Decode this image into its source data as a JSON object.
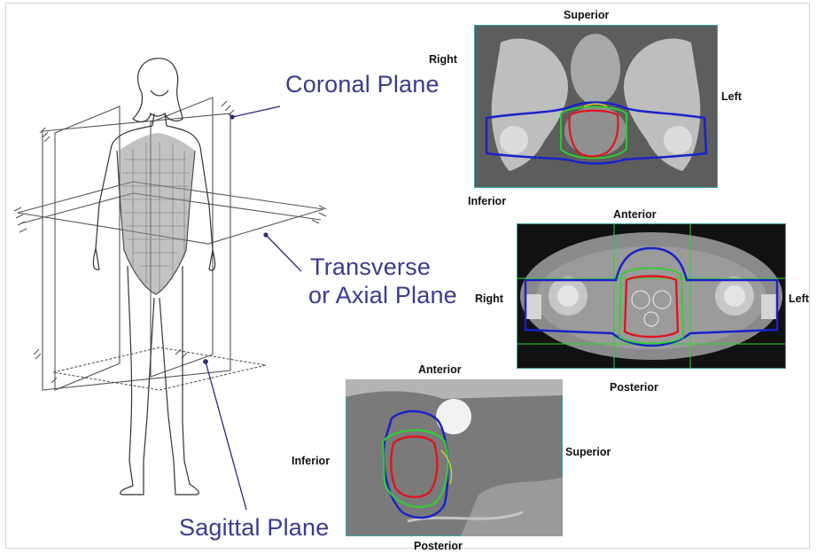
{
  "planes": {
    "coronal": "Coronal Plane",
    "transverse_line1": "Transverse",
    "transverse_line2": "or Axial Plane",
    "sagittal": "Sagittal Plane"
  },
  "coronal_scan": {
    "top": "Superior",
    "left": "Right",
    "right": "Left",
    "bottom": "Inferior"
  },
  "axial_scan": {
    "top": "Anterior",
    "left": "Right",
    "right": "Left",
    "bottom": "Posterior"
  },
  "sagittal_scan": {
    "top": "Anterior",
    "left": "Inferior",
    "right": "Superior",
    "bottom": "Posterior"
  },
  "colors": {
    "label_blue": "#3d3a8f",
    "contour_blue": "#1a22c8",
    "contour_red": "#e0141e",
    "contour_green": "#2ad42a",
    "contour_yellow": "#e8d81e",
    "ct_gray": "#8a8a8a"
  }
}
